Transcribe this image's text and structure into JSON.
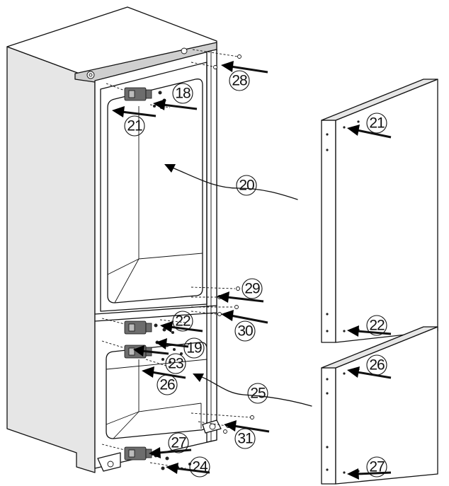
{
  "callouts": [
    {
      "id": "18",
      "label": "18"
    },
    {
      "id": "21a",
      "label": "21"
    },
    {
      "id": "28",
      "label": "28"
    },
    {
      "id": "20",
      "label": "20"
    },
    {
      "id": "21b",
      "label": "21"
    },
    {
      "id": "29",
      "label": "29"
    },
    {
      "id": "22a",
      "label": "22"
    },
    {
      "id": "30",
      "label": "30"
    },
    {
      "id": "19",
      "label": "19"
    },
    {
      "id": "23",
      "label": "23"
    },
    {
      "id": "26a",
      "label": "26"
    },
    {
      "id": "25",
      "label": "25"
    },
    {
      "id": "22b",
      "label": "22"
    },
    {
      "id": "26b",
      "label": "26"
    },
    {
      "id": "31",
      "label": "31"
    },
    {
      "id": "27a",
      "label": "27"
    },
    {
      "id": "24",
      "label": "24"
    },
    {
      "id": "27b",
      "label": "27"
    }
  ]
}
